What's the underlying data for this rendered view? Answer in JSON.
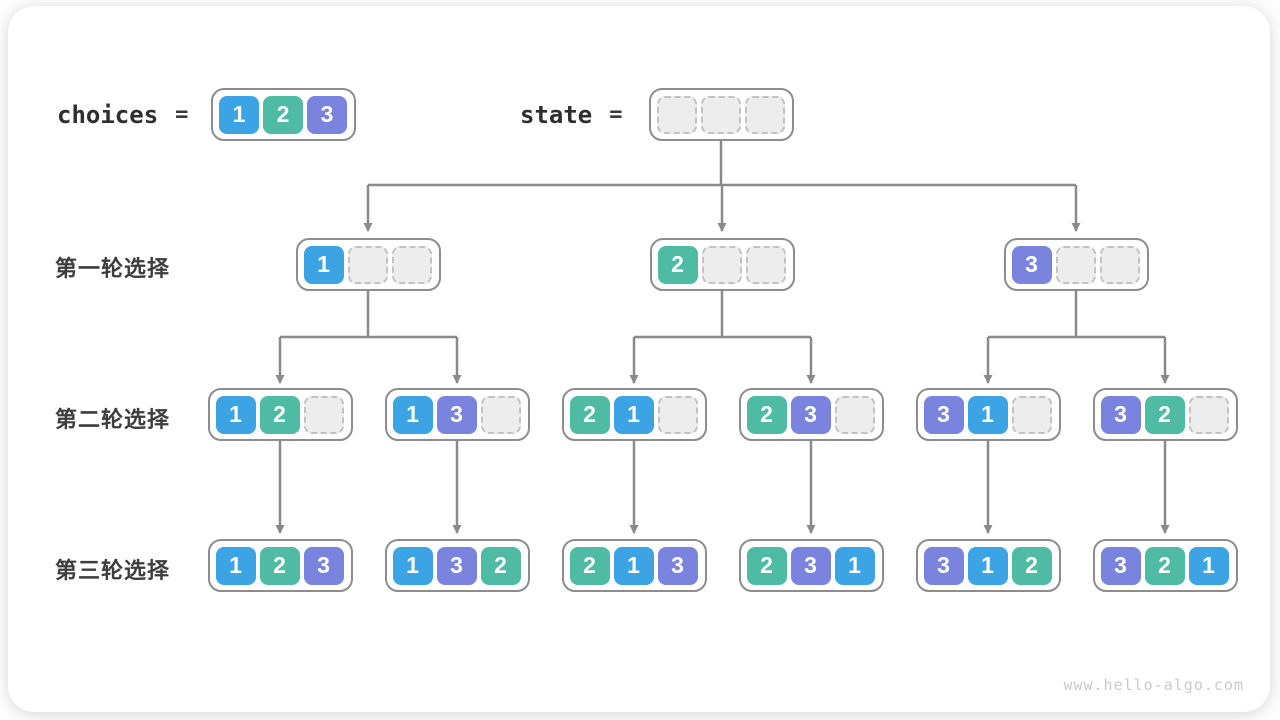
{
  "colors": {
    "value1": "#3CA3E4",
    "value2": "#4FBBA4",
    "value3": "#7A84DE",
    "connector": "#8A8A8A",
    "empty_cell": "#EDEDED",
    "node_border": "#8D8D8D"
  },
  "header": {
    "choices_label": "choices",
    "equals": "=",
    "choices": {
      "cells": [
        1,
        2,
        3
      ]
    },
    "state_label": "state",
    "state": {
      "cells": [
        null,
        null,
        null
      ]
    }
  },
  "row_labels": [
    "第一轮选择",
    "第二轮选择",
    "第三轮选择"
  ],
  "tree": {
    "level1": [
      {
        "cells": [
          1,
          null,
          null
        ]
      },
      {
        "cells": [
          2,
          null,
          null
        ]
      },
      {
        "cells": [
          3,
          null,
          null
        ]
      }
    ],
    "level2": [
      {
        "cells": [
          1,
          2,
          null
        ]
      },
      {
        "cells": [
          1,
          3,
          null
        ]
      },
      {
        "cells": [
          2,
          1,
          null
        ]
      },
      {
        "cells": [
          2,
          3,
          null
        ]
      },
      {
        "cells": [
          3,
          1,
          null
        ]
      },
      {
        "cells": [
          3,
          2,
          null
        ]
      }
    ],
    "level3": [
      {
        "cells": [
          1,
          2,
          3
        ]
      },
      {
        "cells": [
          1,
          3,
          2
        ]
      },
      {
        "cells": [
          2,
          1,
          3
        ]
      },
      {
        "cells": [
          2,
          3,
          1
        ]
      },
      {
        "cells": [
          3,
          1,
          2
        ]
      },
      {
        "cells": [
          3,
          2,
          1
        ]
      }
    ]
  },
  "footer": {
    "watermark": "www.hello-algo.com"
  }
}
